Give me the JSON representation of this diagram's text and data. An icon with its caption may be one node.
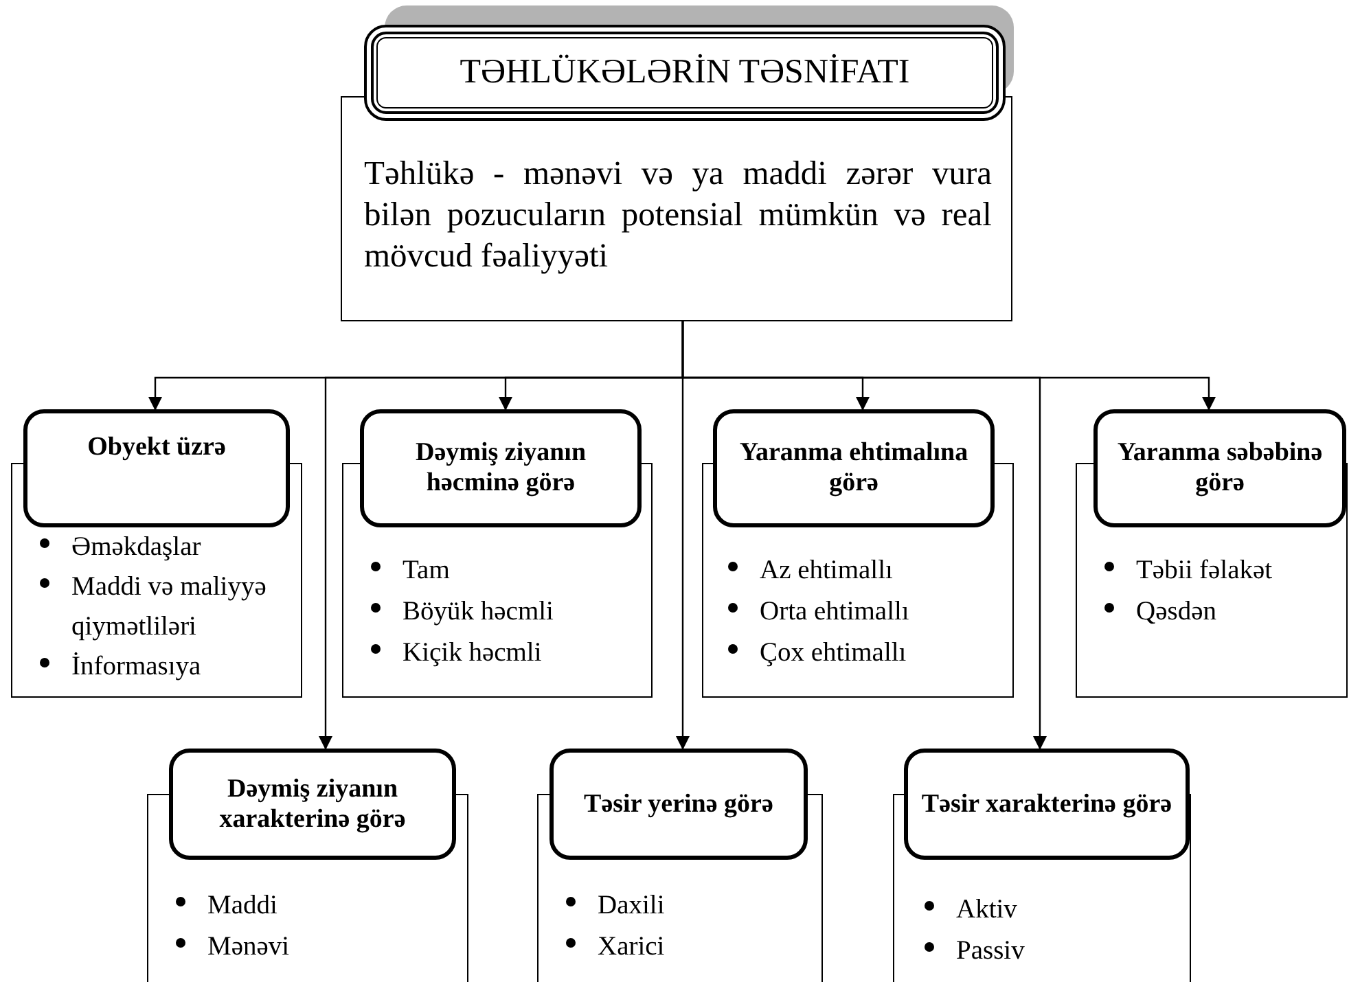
{
  "diagram": {
    "nodes": [
      {
        "text": [
          "TƏHLÜKƏLƏRİN TƏSNİFATI"
        ]
      },
      {
        "text": [
          "Təhlükə - mənəvi və ya maddi zərər vura bilən pozucuların potensial mümkün və real mövcud fəaliyyəti"
        ]
      },
      {
        "text": [
          "Obyekt üzrə"
        ]
      },
      {
        "text": [
          "Əməkdaşlar",
          "Maddi və maliyyə qiymətliləri",
          "İnformasıya"
        ]
      },
      {
        "text": [
          "Dəymiş ziyanın həcminə görə"
        ]
      },
      {
        "text": [
          "Tam",
          "Böyük həcmli",
          "Kiçik həcmli"
        ]
      },
      {
        "text": [
          "Yaranma ehtimalına görə"
        ]
      },
      {
        "text": [
          "Az ehtimallı",
          "Orta ehtimallı",
          "Çox ehtimallı"
        ]
      },
      {
        "text": [
          "Yaranma səbəbinə görə"
        ]
      },
      {
        "text": [
          "Təbii fəlakət",
          "Qəsdən"
        ]
      },
      {
        "text": [
          "Dəymiş ziyanın xarakterinə görə"
        ]
      },
      {
        "text": [
          "Maddi",
          "Mənəvi"
        ]
      },
      {
        "text": [
          "Təsir yerinə görə"
        ]
      },
      {
        "text": [
          "Daxili",
          "Xarici"
        ]
      },
      {
        "text": [
          "Təsir xarakterinə görə"
        ]
      },
      {
        "text": [
          "Aktiv",
          "Passiv"
        ]
      }
    ],
    "edges": [
      {
        "from": 1,
        "to": 2,
        "arrow": "to"
      },
      {
        "from": 1,
        "to": 4,
        "arrow": "to"
      },
      {
        "from": 1,
        "to": 6,
        "arrow": "to"
      },
      {
        "from": 1,
        "to": 8,
        "arrow": "to"
      },
      {
        "from": 1,
        "to": 10,
        "arrow": "to"
      },
      {
        "from": 1,
        "to": 12,
        "arrow": "to"
      },
      {
        "from": 1,
        "to": 14,
        "arrow": "to"
      }
    ]
  }
}
